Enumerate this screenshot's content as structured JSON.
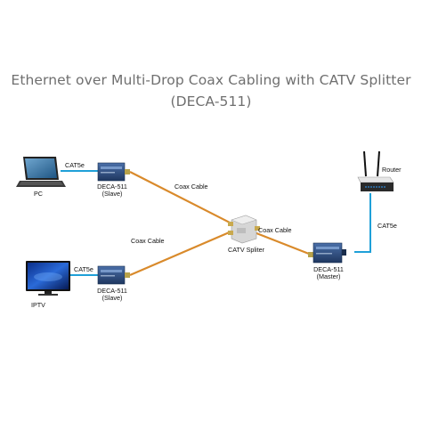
{
  "title": {
    "line1": "Ethernet over Multi-Drop Coax Cabling with CATV Splitter",
    "line2": "(DECA-511)"
  },
  "nodes": {
    "pc": "PC",
    "iptv": "IPTV",
    "router": "Router",
    "slave_top": {
      "model": "DECA-511",
      "role": "(Slave)"
    },
    "slave_bottom": {
      "model": "DECA-511",
      "role": "(Slave)"
    },
    "master": {
      "model": "DECA-511",
      "role": "(Master)"
    },
    "splitter": "CATV Spliter"
  },
  "links": {
    "pc_cat5e": "CAT5e",
    "iptv_cat5e": "CAT5e",
    "router_cat5e": "CAT5e",
    "coax_top": "Coax Cable",
    "coax_bottom": "Coax Cable",
    "coax_master": "Coax Cable"
  },
  "colors": {
    "title": "#6f6f6f",
    "cat5e_cable": "#1fa0d8",
    "coax_cable": "#d98a2b",
    "device_body": "#2b4a78"
  }
}
